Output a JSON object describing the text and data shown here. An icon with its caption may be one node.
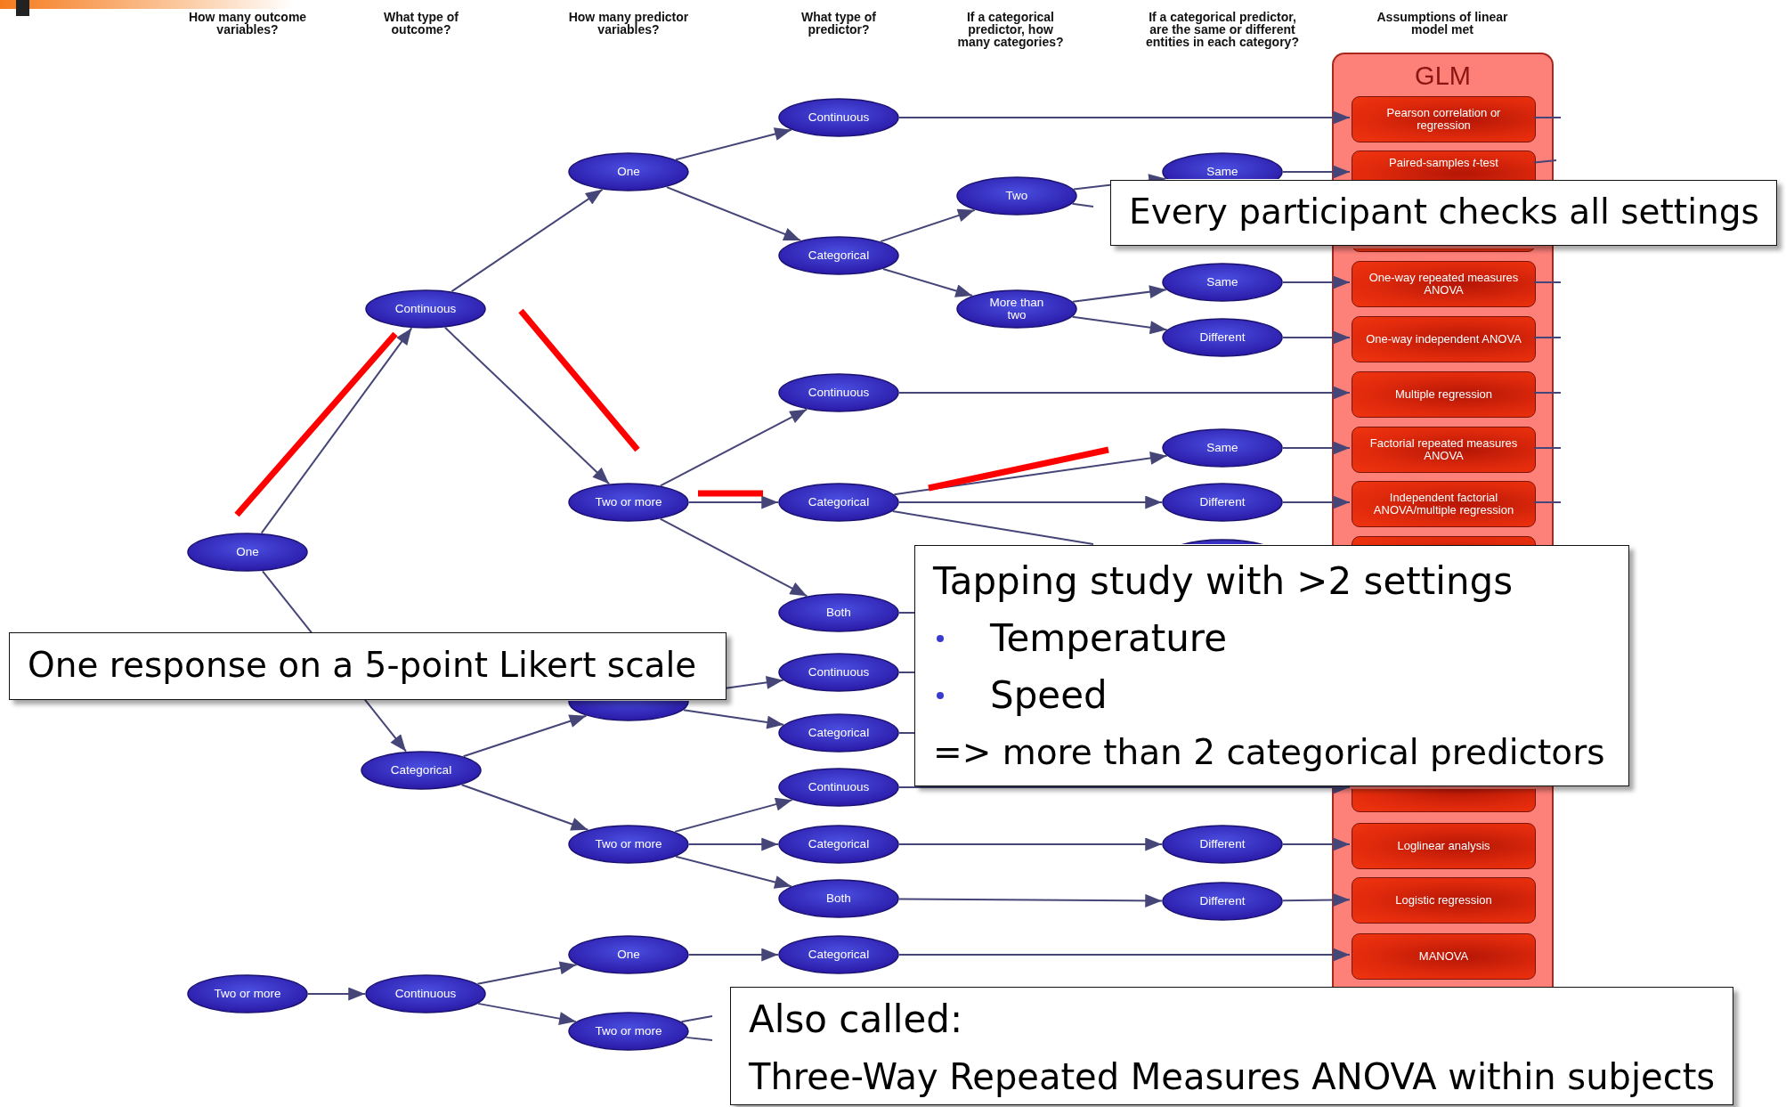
{
  "diagram": {
    "nodes": [
      {
        "text": [
          "One"
        ]
      },
      {
        "text": [
          "Continuous"
        ]
      },
      {
        "text": [
          "One"
        ]
      },
      {
        "text": [
          "Two or more"
        ]
      },
      {
        "text": [
          "Continuous"
        ]
      },
      {
        "text": [
          "Categorical"
        ]
      },
      {
        "text": [
          "Two"
        ]
      },
      {
        "text": [
          "More than two"
        ]
      },
      {
        "text": [
          "Same"
        ]
      },
      {
        "text": [
          "Same"
        ]
      },
      {
        "text": [
          "Different"
        ]
      },
      {
        "text": [
          "Continuous"
        ]
      },
      {
        "text": [
          "Categorical"
        ]
      },
      {
        "text": [
          "Same"
        ]
      },
      {
        "text": [
          "Different"
        ]
      },
      {
        "text": [],
        "shape": "ellipse"
      },
      {
        "text": [
          "Both"
        ]
      },
      {
        "text": [
          "Categorical"
        ]
      },
      {
        "text": [],
        "shape": "ellipse"
      },
      {
        "text": [
          "Continuous"
        ]
      },
      {
        "text": [
          "Categorical"
        ]
      },
      {
        "text": [
          "Two or more"
        ]
      },
      {
        "text": [
          "Continuous"
        ]
      },
      {
        "text": [
          "Categorical"
        ]
      },
      {
        "text": [
          "Both"
        ]
      },
      {
        "text": [
          "Different"
        ]
      },
      {
        "text": [
          "Different"
        ]
      },
      {
        "text": [
          "Two or more"
        ]
      },
      {
        "text": [
          "Continuous"
        ]
      },
      {
        "text": [
          "One"
        ]
      },
      {
        "text": [
          "Two or more"
        ]
      },
      {
        "text": [
          "Categorical"
        ]
      },
      {
        "text": [
          "GLM"
        ]
      },
      {
        "text": [
          "Pearson correlation or regression"
        ],
        "in": 32
      },
      {
        "text": [
          "Paired-samples *t*-test"
        ],
        "in": 32
      },
      {
        "text": [],
        "shape": "box",
        "in": 32
      },
      {
        "text": [
          "One-way repeated measures ANOVA"
        ],
        "in": 32
      },
      {
        "text": [
          "One-way independent ANOVA"
        ],
        "in": 32
      },
      {
        "text": [
          "Multiple regression"
        ],
        "in": 32
      },
      {
        "text": [
          "Factorial repeated measures ANOVA"
        ],
        "in": 32
      },
      {
        "text": [
          "Independent factorial ANOVA/multiple regression"
        ],
        "in": 32
      },
      {
        "text": [],
        "shape": "box",
        "in": 32
      },
      {
        "text": [],
        "shape": "box",
        "in": 32
      },
      {
        "text": [
          "Loglinear analysis"
        ],
        "in": 32
      },
      {
        "text": [
          "Logistic regression"
        ],
        "in": 32
      },
      {
        "text": [
          "MANOVA"
        ],
        "in": 32
      }
    ],
    "edges": [
      {
        "from": 0,
        "to": 1,
        "arrow": "to"
      },
      {
        "from": 0,
        "to": 17,
        "arrow": "to"
      },
      {
        "from": 1,
        "to": 2,
        "arrow": "to"
      },
      {
        "from": 1,
        "to": 3,
        "arrow": "to"
      },
      {
        "from": 2,
        "to": 4,
        "arrow": "to"
      },
      {
        "from": 2,
        "to": 5,
        "arrow": "to"
      },
      {
        "from": 5,
        "to": 6,
        "arrow": "to"
      },
      {
        "from": 5,
        "to": 7,
        "arrow": "to"
      },
      {
        "from": 6,
        "to": 8,
        "arrow": "to"
      },
      {
        "from": 6,
        "to": null,
        "arrow": "none"
      },
      {
        "from": 7,
        "to": 9,
        "arrow": "to"
      },
      {
        "from": 7,
        "to": 10,
        "arrow": "to"
      },
      {
        "from": 3,
        "to": 11,
        "arrow": "to"
      },
      {
        "from": 3,
        "to": 12,
        "arrow": "to"
      },
      {
        "from": 3,
        "to": 16,
        "arrow": "to"
      },
      {
        "from": 12,
        "to": 13,
        "arrow": "to"
      },
      {
        "from": 12,
        "to": 14,
        "arrow": "to"
      },
      {
        "from": 12,
        "to": null,
        "arrow": "none"
      },
      {
        "from": 4,
        "to": 33,
        "arrow": "to"
      },
      {
        "from": 8,
        "to": 34,
        "arrow": "to"
      },
      {
        "from": 9,
        "to": 36,
        "arrow": "to"
      },
      {
        "from": 10,
        "to": 37,
        "arrow": "to"
      },
      {
        "from": 11,
        "to": 38,
        "arrow": "to"
      },
      {
        "from": 13,
        "to": 39,
        "arrow": "to"
      },
      {
        "from": 14,
        "to": 40,
        "arrow": "to"
      },
      {
        "from": 16,
        "to": null,
        "arrow": "none"
      },
      {
        "from": 17,
        "to": 18,
        "arrow": "to"
      },
      {
        "from": 17,
        "to": 21,
        "arrow": "to"
      },
      {
        "from": 18,
        "to": 19,
        "arrow": "to"
      },
      {
        "from": 18,
        "to": 20,
        "arrow": "to"
      },
      {
        "from": 19,
        "to": null,
        "arrow": "none"
      },
      {
        "from": 20,
        "to": null,
        "arrow": "none"
      },
      {
        "from": 21,
        "to": 22,
        "arrow": "to"
      },
      {
        "from": 21,
        "to": 23,
        "arrow": "to"
      },
      {
        "from": 21,
        "to": 24,
        "arrow": "to"
      },
      {
        "from": 22,
        "to": 42,
        "arrow": "to"
      },
      {
        "from": 23,
        "to": 25,
        "arrow": "to"
      },
      {
        "from": 25,
        "to": 43,
        "arrow": "to"
      },
      {
        "from": 24,
        "to": 26,
        "arrow": "to"
      },
      {
        "from": 26,
        "to": 44,
        "arrow": "to"
      },
      {
        "from": 27,
        "to": 28,
        "arrow": "to"
      },
      {
        "from": 28,
        "to": 29,
        "arrow": "to"
      },
      {
        "from": 28,
        "to": 30,
        "arrow": "to"
      },
      {
        "from": 29,
        "to": 31,
        "arrow": "to"
      },
      {
        "from": 31,
        "to": 45,
        "arrow": "to"
      },
      {
        "from": 30,
        "to": null,
        "arrow": "none"
      },
      {
        "from": 30,
        "to": null,
        "arrow": "none"
      },
      {
        "from": 33,
        "to": null,
        "arrow": "none"
      },
      {
        "from": 34,
        "to": null,
        "arrow": "none"
      },
      {
        "from": 36,
        "to": null,
        "arrow": "none"
      },
      {
        "from": 37,
        "to": null,
        "arrow": "none"
      },
      {
        "from": 38,
        "to": null,
        "arrow": "none"
      },
      {
        "from": 39,
        "to": null,
        "arrow": "none"
      },
      {
        "from": 40,
        "to": null,
        "arrow": "none"
      }
    ],
    "labels": [
      "How many outcome variables?",
      "What type of outcome?",
      "How many predictor variables?",
      "What type of predictor?",
      "If a categorical predictor, how many categories?",
      "If a categorical predictor, are the same or different entities in each category?",
      "Assumptions of linear model met",
      "Every participant checks all settings",
      "Tapping study with >2 settings",
      "Temperature",
      "Speed",
      "=> more than 2 categorical predictors",
      "One response on a 5-point Likert scale",
      "Also called:",
      "Three-Way Repeated Measures ANOVA within subjects"
    ]
  }
}
